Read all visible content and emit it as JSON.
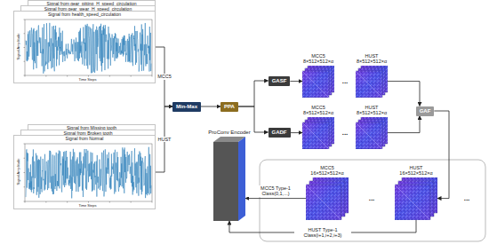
{
  "diagram": {
    "nodes": [
      {
        "text": [
          "Signal from gear_pitting_H_speed_circulation"
        ]
      },
      {
        "text": [
          "Signal from gear_wear_H_speed_circulation"
        ]
      },
      {
        "text": [
          "Signal from health_speed_circulation",
          "Signal Amplitude",
          "Time Steps"
        ]
      },
      {
        "text": [
          "Signal from Missing tooth"
        ]
      },
      {
        "text": [
          "Signal from Broken tooth"
        ]
      },
      {
        "text": [
          "Signal from Normal",
          "Signal Amplitude",
          "Time Steps"
        ]
      },
      {
        "text": [
          "Min-Max"
        ]
      },
      {
        "text": [
          "PPA"
        ]
      },
      {
        "text": [
          "GASF"
        ]
      },
      {
        "text": [
          "GADF"
        ]
      },
      {
        "text": [
          "MCC5",
          "8×512×512×α"
        ]
      },
      {
        "text": [
          "HUST",
          "8×512×512×α"
        ]
      },
      {
        "text": [
          "MCC5",
          "8×512×512×α"
        ]
      },
      {
        "text": [
          "HUST",
          "8×512×512×α"
        ]
      },
      {
        "text": [
          "GAF"
        ]
      },
      {
        "text": [
          "MCC5",
          "16×512×512×α"
        ]
      },
      {
        "text": [
          "HUST",
          "16×512×512×α"
        ]
      },
      {
        "text": [
          "ProConv Encoder"
        ]
      }
    ],
    "edges": [
      {
        "from": 2,
        "to": 6,
        "arrow": "to",
        "label": "MCC5"
      },
      {
        "from": 5,
        "to": 6,
        "arrow": "to",
        "label": "HUST"
      },
      {
        "from": 6,
        "to": 7,
        "arrow": "to"
      },
      {
        "from": 7,
        "to": 8,
        "arrow": "to"
      },
      {
        "from": 7,
        "to": 9,
        "arrow": "to"
      },
      {
        "from": 8,
        "to": 10,
        "arrow": "to"
      },
      {
        "from": 9,
        "to": 12,
        "arrow": "to"
      },
      {
        "from": 11,
        "to": 14,
        "arrow": "to"
      },
      {
        "from": 13,
        "to": 14,
        "arrow": "to"
      },
      {
        "from": 14,
        "to": 16,
        "arrow": "to"
      },
      {
        "from": 15,
        "to": 17,
        "arrow": "to",
        "label": "MCC5 Type-1 Class(0,1,...)"
      },
      {
        "from": 16,
        "to": 17,
        "arrow": "to",
        "label": "HUST Type-1 Class(i+1,i+2,i+3)"
      }
    ],
    "labels": [
      "...",
      "...",
      "...",
      "..."
    ]
  }
}
